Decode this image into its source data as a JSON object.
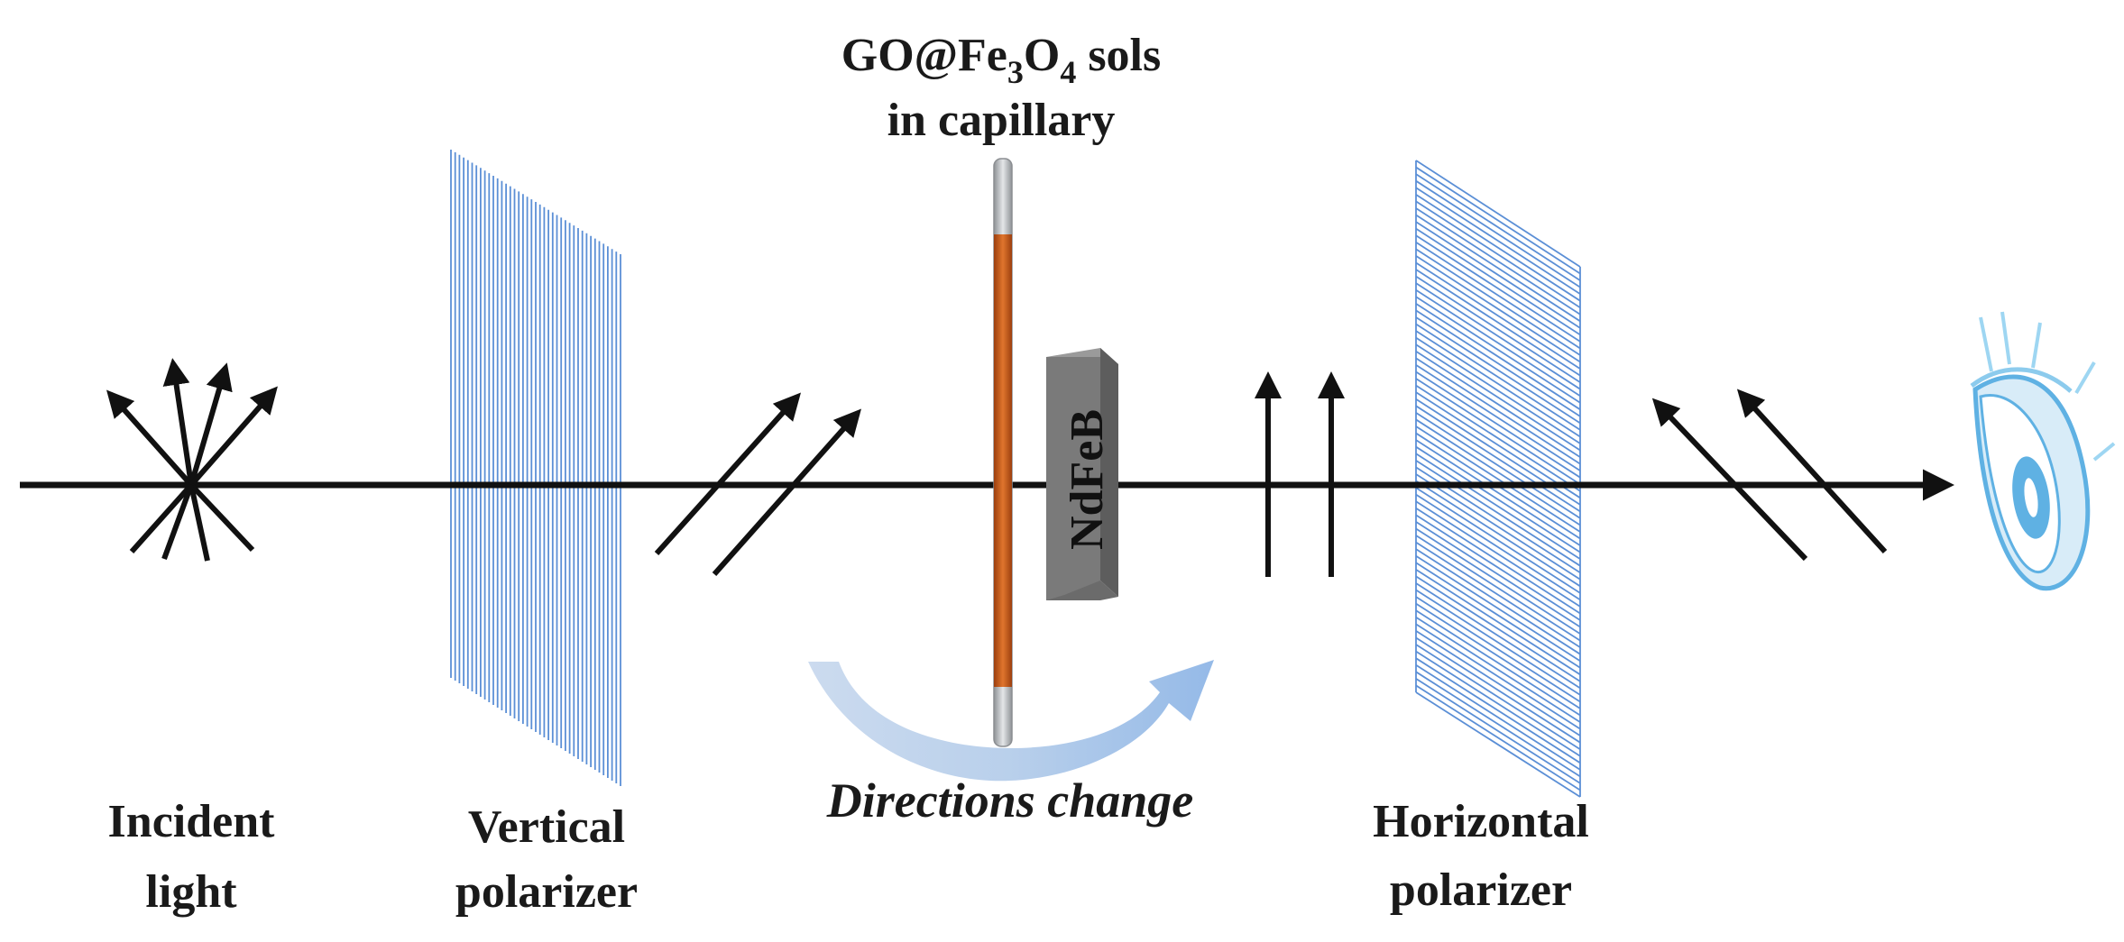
{
  "labels": {
    "incident_line1": "Incident",
    "incident_line2": "light",
    "vertical_line1": "Vertical",
    "vertical_line2": "polarizer",
    "capillary_line1_a": "GO@Fe",
    "capillary_line1_sub1": "3",
    "capillary_line1_b": "O",
    "capillary_line1_sub2": "4",
    "capillary_line1_c": " sols",
    "capillary_line2": "in capillary",
    "magnet": "NdFeB",
    "directions": "Directions change",
    "horizontal_line1": "Horizontal",
    "horizontal_line2": "polarizer"
  },
  "icons": {
    "observer": "eye-icon",
    "rotation": "curved-arrow-icon"
  },
  "colors": {
    "beam": "#111111",
    "polarizer_lines": "#5b8fd6",
    "capillary_fill": "#c75a1c",
    "capillary_glass": "#b9bcc0",
    "magnet_front": "#7a7a7a",
    "magnet_side": "#5d5d5d",
    "magnet_top": "#9a9a9a",
    "rotation_arrow": "#9fbfe8",
    "eye": "#5fb1e3"
  }
}
